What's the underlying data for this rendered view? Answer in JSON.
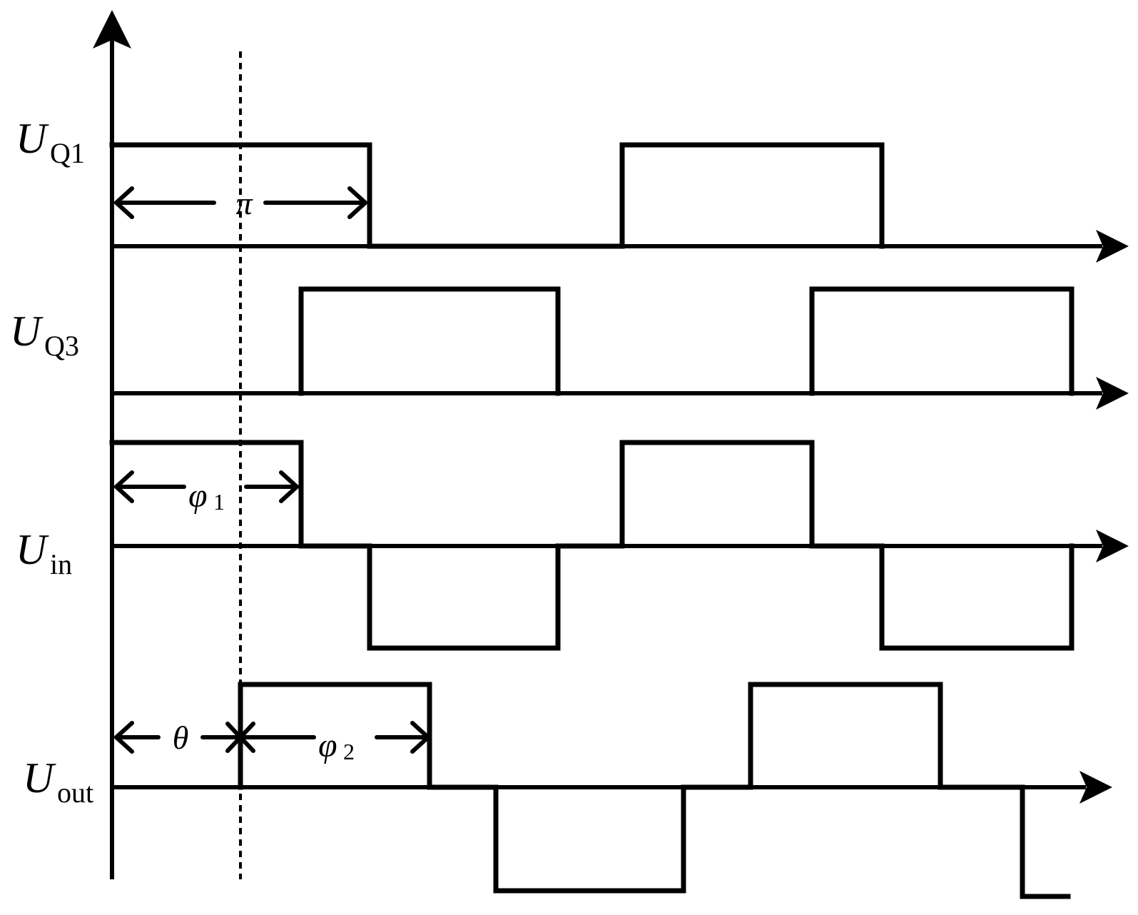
{
  "signals": [
    {
      "id": "uq1",
      "base": "U",
      "sub": "Q1"
    },
    {
      "id": "uq3",
      "base": "U",
      "sub": "Q3"
    },
    {
      "id": "uin",
      "base": "U",
      "sub": "in"
    },
    {
      "id": "uout",
      "base": "U",
      "sub": "out"
    }
  ],
  "dimensions": {
    "pi": {
      "base": "π"
    },
    "phi1": {
      "base": "φ",
      "sub": "1"
    },
    "theta": {
      "base": "θ"
    },
    "phi2": {
      "base": "φ",
      "sub": "2"
    }
  },
  "colors": {
    "line": "#000000",
    "background": "#ffffff"
  }
}
